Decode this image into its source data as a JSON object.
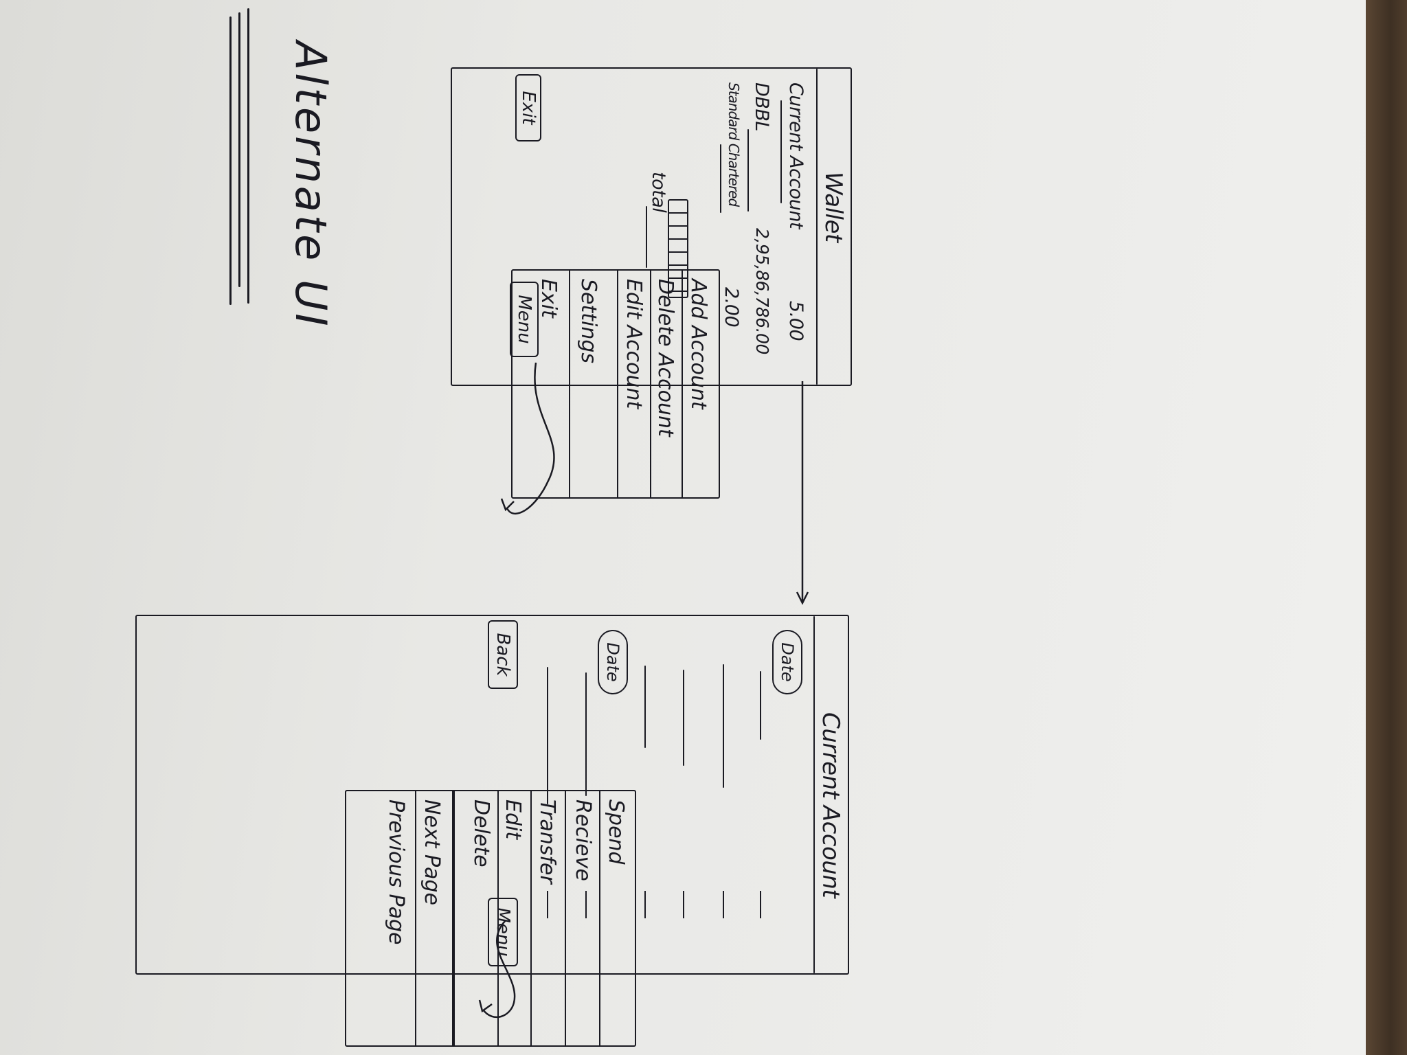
{
  "title": "Alternate UI",
  "wallet": {
    "title": "Wallet",
    "exit_label": "Exit",
    "menu_label": "Menu",
    "accounts": [
      {
        "name": "Current Account",
        "amount": "5.00"
      },
      {
        "name": "DBBL",
        "amount": "2,95,86,786.00"
      },
      {
        "name": "Standard Chartered",
        "amount": "2.00"
      }
    ],
    "total_label": "total"
  },
  "wallet_menu": {
    "items": [
      "Add Account",
      "Delete Account",
      "Edit Account",
      "Settings",
      "Exit"
    ]
  },
  "current_account": {
    "title": "Current Account",
    "back_label": "Back",
    "menu_label": "Menu",
    "date_label_1": "Date",
    "date_label_2": "Date"
  },
  "account_menu": {
    "items": [
      "Spend",
      "Recieve",
      "Transfer",
      "Edit",
      "Delete",
      "Next Page",
      "Previous Page"
    ]
  }
}
